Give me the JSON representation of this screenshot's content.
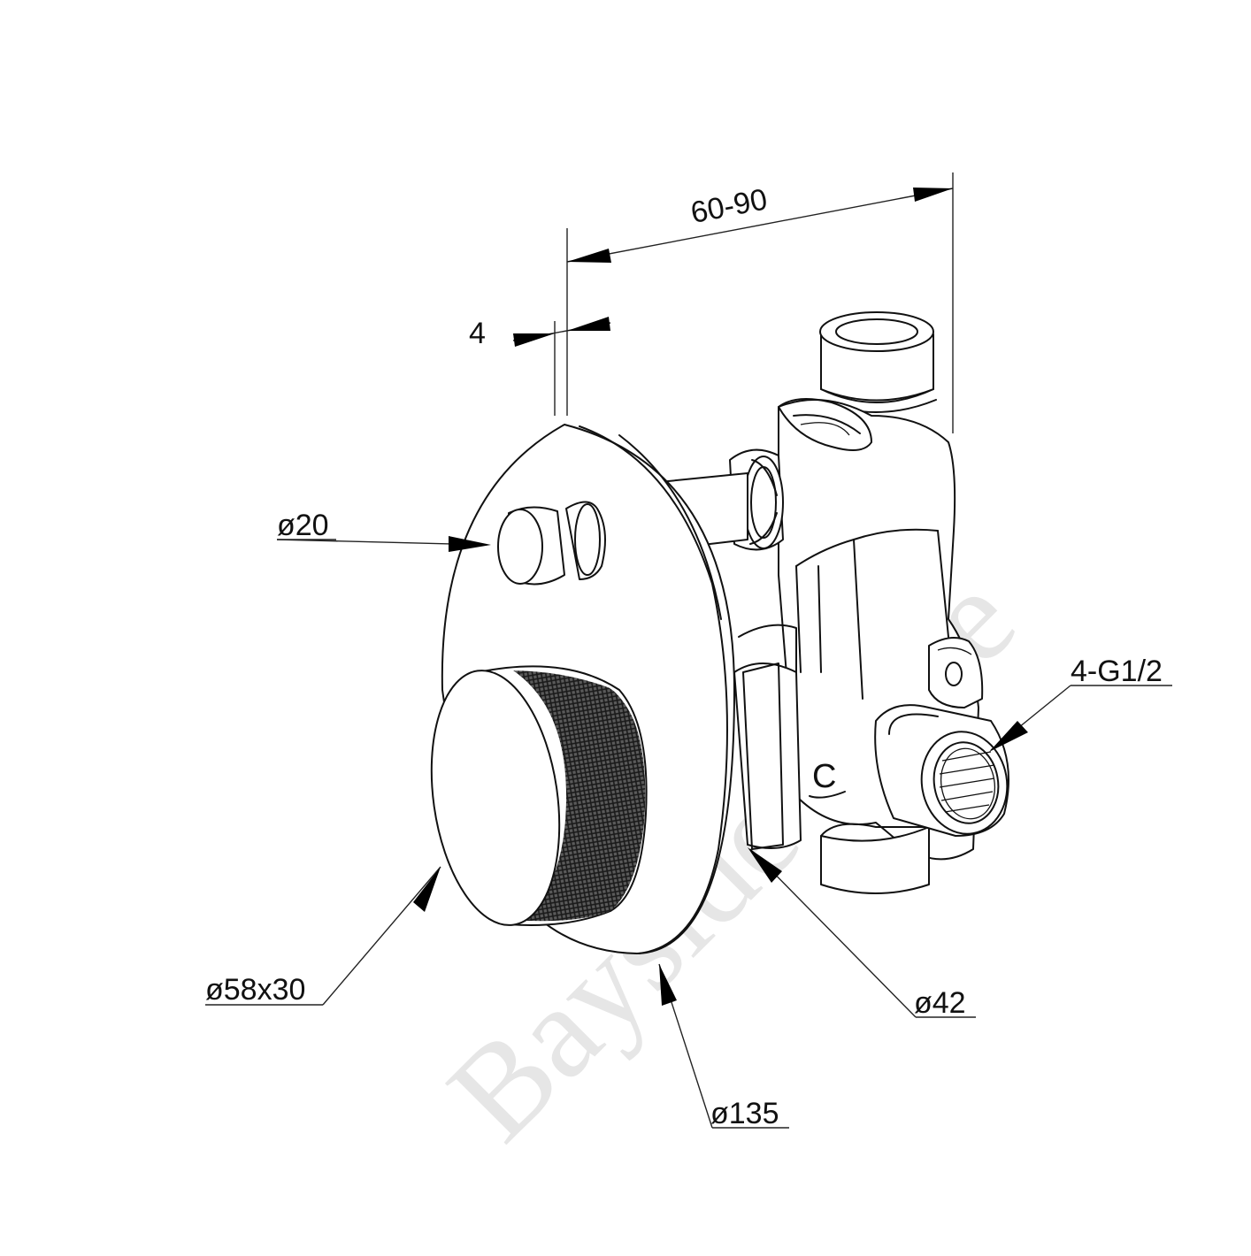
{
  "watermark": "Bayside Luxe",
  "dimensions": {
    "depth_range": "60-90",
    "plate_thickness": "4",
    "button_diameter": "ø20",
    "knob_size": "ø58x30",
    "plate_diameter": "ø135",
    "body_diameter": "ø42",
    "connections": "4-G1/2"
  },
  "body_marking": "C",
  "colors": {
    "line": "#111111",
    "background": "#ffffff",
    "knurl": "#3a3a3a",
    "watermark": "#e6e6e6"
  }
}
